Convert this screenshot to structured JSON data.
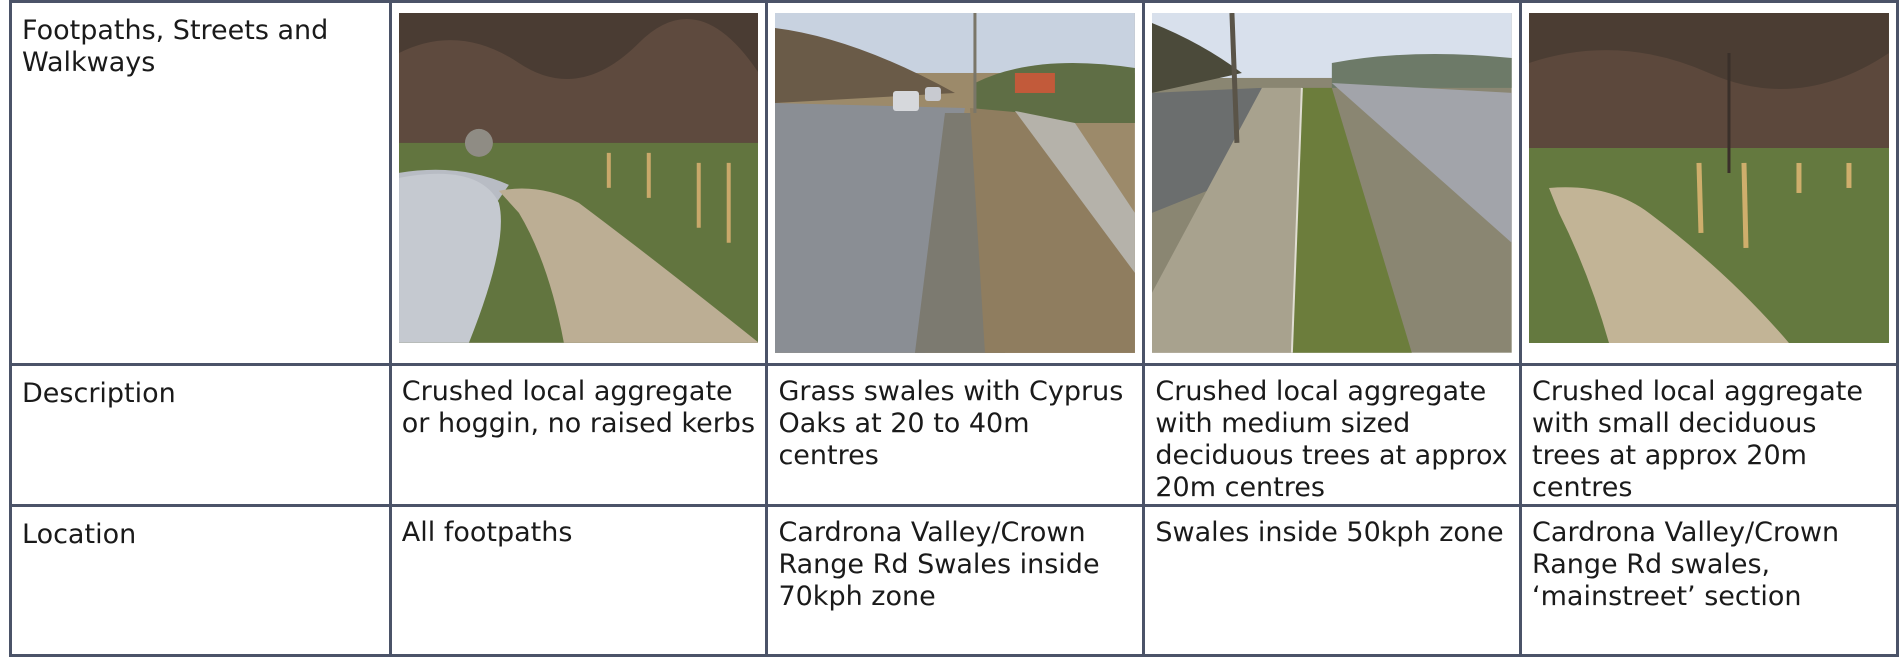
{
  "table": {
    "header_label": "Footpaths, Streets and Walkways",
    "description_label": "Description",
    "location_label": "Location",
    "columns": [
      {
        "photo_icon": "footpath-photo",
        "description": "Crushed local aggregate or hoggin, no raised kerbs",
        "location": "All footpaths"
      },
      {
        "photo_icon": "grass-swale-photo",
        "description": "Grass swales with Cyprus Oaks at 20 to 40m centres",
        "location": "Cardrona Valley/Crown Range Rd Swales inside 70kph zone"
      },
      {
        "photo_icon": "aggregate-swale-photo",
        "description": "Crushed local aggregate with medium sized deciduous trees at approx 20m centres",
        "location": "Swales inside 50kph zone"
      },
      {
        "photo_icon": "footpath-trees-photo",
        "description": "Crushed local aggregate with small deciduous trees at approx 20m centres",
        "location": "Cardrona Valley/Crown Range Rd swales, ‘mainstreet’ section"
      }
    ]
  }
}
